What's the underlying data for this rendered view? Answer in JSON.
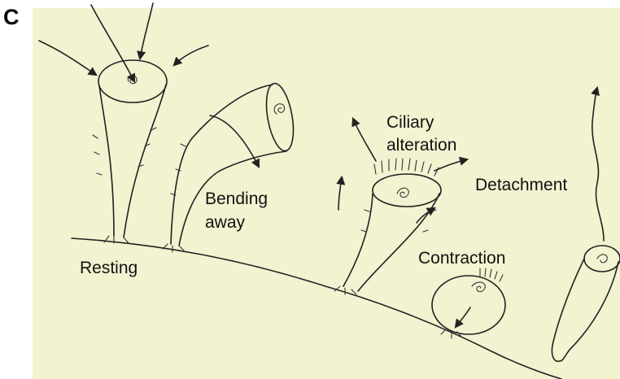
{
  "panel_letter": "C",
  "background_color": "#f3f2d1",
  "labels": {
    "resting": "Resting",
    "bending_line1": "Bending",
    "bending_line2": "away",
    "ciliary_line1": "Ciliary",
    "ciliary_line2": "alteration",
    "detachment": "Detachment",
    "contraction": "Contraction"
  }
}
